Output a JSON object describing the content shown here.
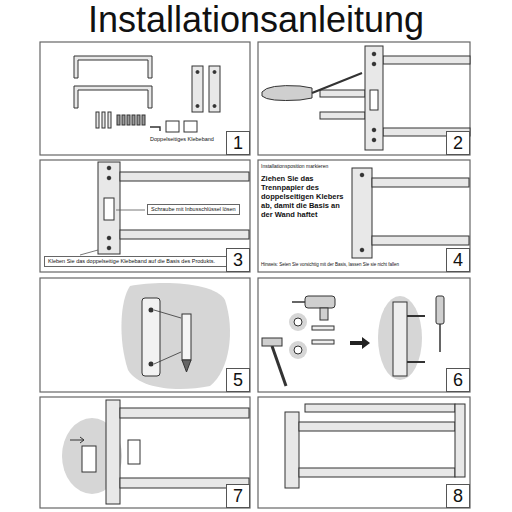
{
  "diagram": {
    "title": "Installationsanleitung",
    "nodes": [
      {
        "text": [
          "1"
        ]
      },
      {
        "text": [
          "2"
        ]
      },
      {
        "text": [
          "Schraube mit Inbusschlüssel lösen"
        ]
      },
      {
        "text": [
          "Kleben Sie das doppelseitige Klebeband auf die Basis des Produkts."
        ]
      },
      {
        "text": [
          "3"
        ]
      },
      {
        "text": [
          "4"
        ]
      },
      {
        "text": [
          "5"
        ]
      },
      {
        "text": [
          "6"
        ]
      },
      {
        "text": [
          "7"
        ]
      },
      {
        "text": [
          "8"
        ]
      }
    ],
    "labels": [
      "Doppelseitiges Klebeband",
      "Installationsposition markieren",
      "Ziehen Sie das Trennpapier des doppelseitigen Klebers ab, damit die Basis an der Wand haftet",
      "Hinweis: Seien Sie vorsichtig mit der Basis, lassen Sie sie nicht fallen"
    ]
  }
}
